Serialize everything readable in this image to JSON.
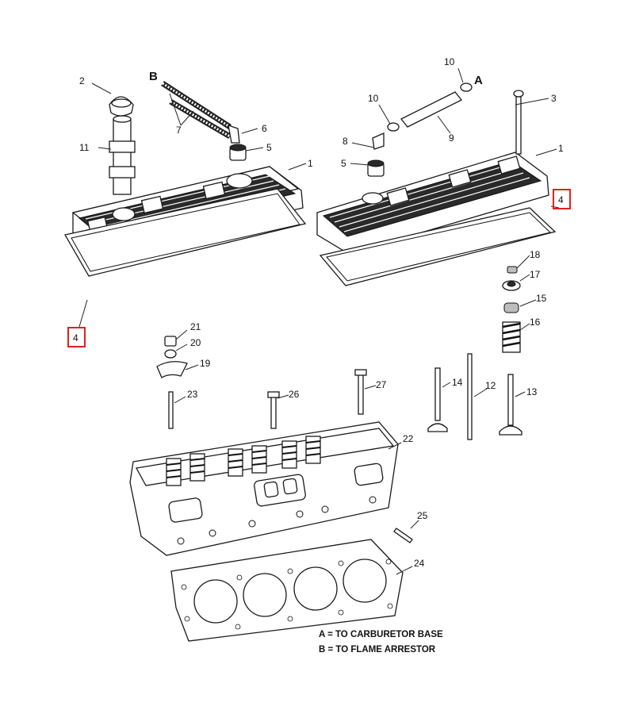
{
  "callouts": {
    "c1a": "1",
    "c1b": "1",
    "c2": "2",
    "c3": "3",
    "c4a": "4",
    "c4b": "4",
    "c5a": "5",
    "c5b": "5",
    "c6": "6",
    "c7": "7",
    "c8": "8",
    "c9": "9",
    "c10a": "10",
    "c10b": "10",
    "c11": "11",
    "c12": "12",
    "c13": "13",
    "c14": "14",
    "c15": "15",
    "c16": "16",
    "c17": "17",
    "c18": "18",
    "c19": "19",
    "c20": "20",
    "c21": "21",
    "c22": "22",
    "c23": "23",
    "c24": "24",
    "c25": "25",
    "c26": "26",
    "c27": "27"
  },
  "letters": {
    "a": "A",
    "b": "B"
  },
  "legend": {
    "a": "A = TO CARBURETOR BASE",
    "b": "B = TO FLAME ARRESTOR"
  },
  "colors": {
    "highlight": "#e02020",
    "ink": "#1a1a1a"
  }
}
